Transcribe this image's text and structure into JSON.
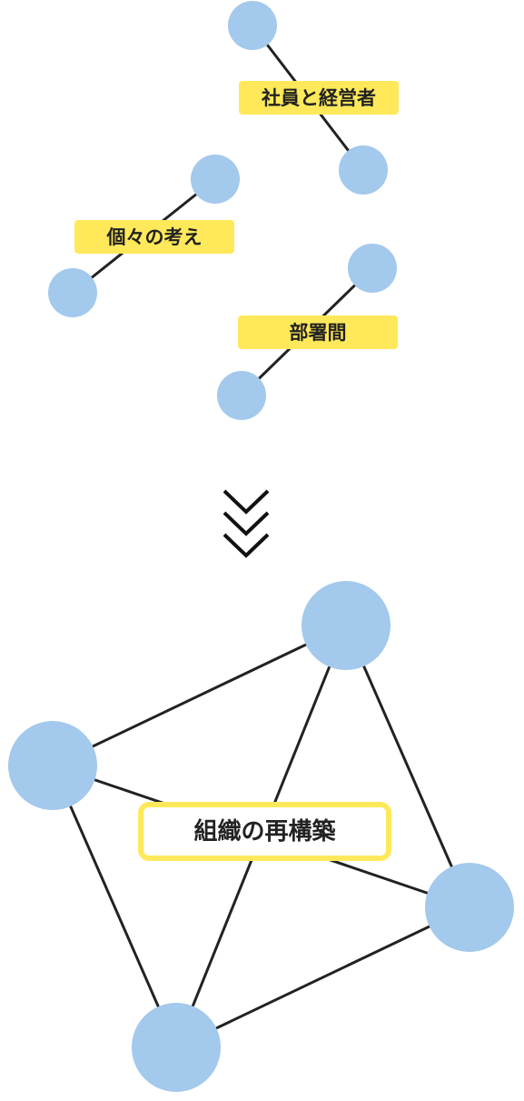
{
  "colors": {
    "node": "#a3c9ec",
    "tag": "#ffe95a",
    "line": "#222222",
    "text": "#222222"
  },
  "before": {
    "pairs": [
      {
        "label": "社員と経営者"
      },
      {
        "label": "個々の考え"
      },
      {
        "label": "部署間"
      }
    ]
  },
  "transition": {
    "icon": "triple-chevron-down-icon"
  },
  "after": {
    "label": "組織の再構築"
  }
}
